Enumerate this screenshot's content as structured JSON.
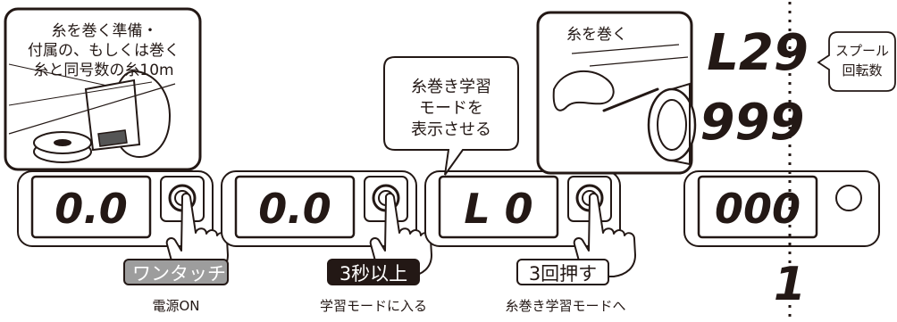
{
  "steps": [
    {
      "display": "0.0",
      "button_label": "ワンタッチ",
      "button_style": "gray",
      "caption": "電源ON"
    },
    {
      "display": "0.0",
      "button_label": "3秒以上",
      "button_style": "black",
      "caption": "学習モードに入る"
    },
    {
      "display": "L 0",
      "button_label": "3回押す",
      "button_style": "white",
      "caption": "糸巻き学習モードへ"
    },
    {
      "display": "000",
      "button_label": "",
      "caption": ""
    }
  ],
  "inset_prepare": {
    "lines": [
      "糸を巻く準備・",
      "付属の、もしくは巻く",
      "糸と同号数の糸10m"
    ]
  },
  "callout_mode": {
    "lines": [
      "糸巻き学習",
      "モードを",
      "表示させる"
    ]
  },
  "inset_wind": {
    "title": "糸を巻く"
  },
  "right_column": {
    "top_display": "L29",
    "middle_display": "999",
    "bottom_display": "1",
    "spool_label_lines": [
      "スプール",
      "回転数"
    ]
  },
  "colors": {
    "ink": "#231815",
    "gray_label_bg": "#9d9d9d",
    "black_label_bg": "#231815"
  }
}
